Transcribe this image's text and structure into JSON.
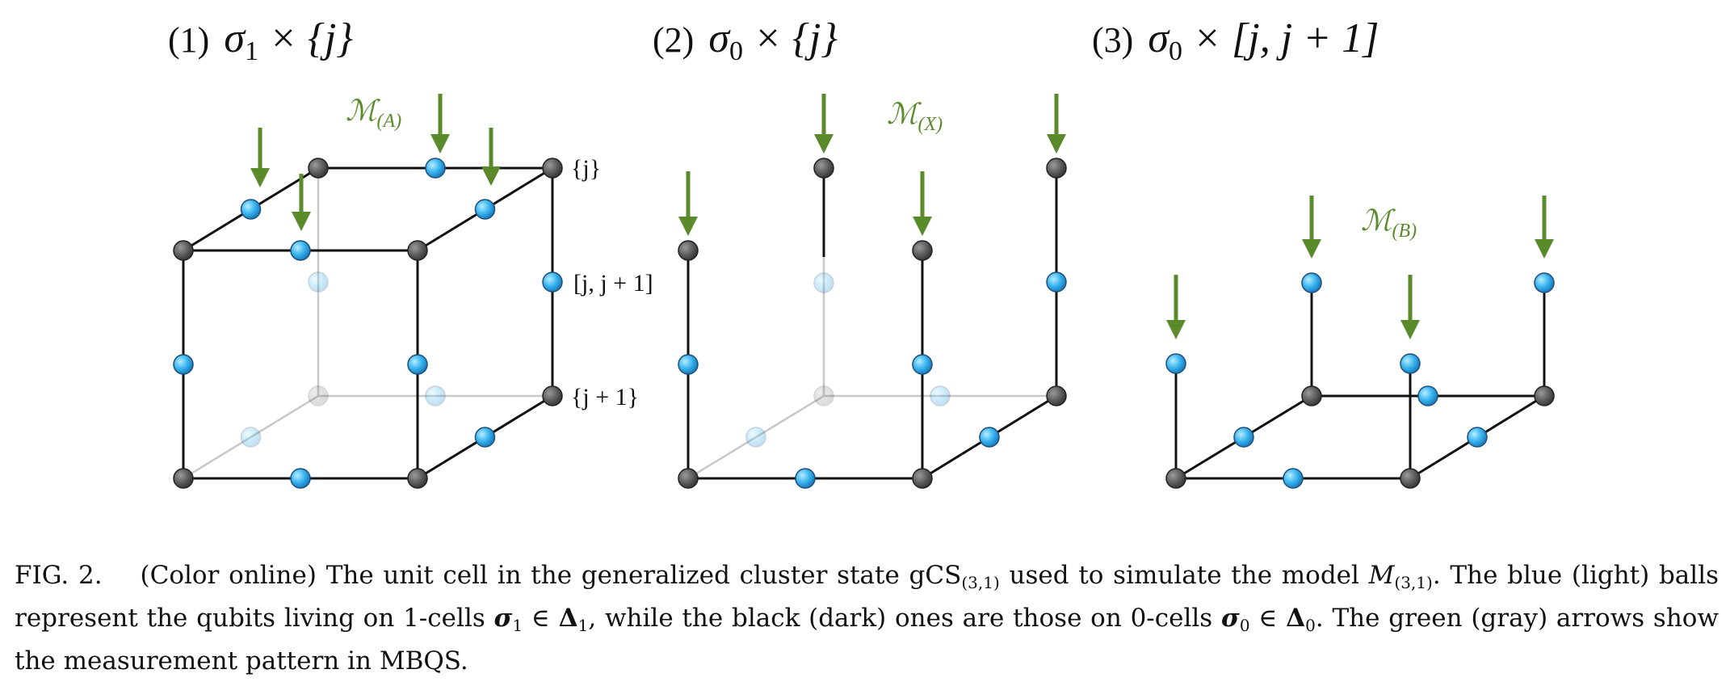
{
  "panels": [
    {
      "number": "(1)",
      "symbol": "σ",
      "sub": "1",
      "rest": " × {j}"
    },
    {
      "number": "(2)",
      "symbol": "σ",
      "sub": "0",
      "rest": " × {j}"
    },
    {
      "number": "(3)",
      "symbol": "σ",
      "sub": "0",
      "rest": " × [j, j + 1]"
    }
  ],
  "level_labels": {
    "top": "{j}",
    "mid": "[j, j + 1]",
    "bottom": "{j + 1}"
  },
  "measurement_labels": {
    "a": {
      "main": "ℳ",
      "sub": "(A)"
    },
    "x": {
      "main": "ℳ",
      "sub": "(X)"
    },
    "b": {
      "main": "ℳ",
      "sub": "(B)"
    }
  },
  "colors": {
    "arrow": "#5a8a2a",
    "qubit_blue": "#3bb6f0",
    "qubit_dark": "#5e5e5e",
    "edge": "#111111",
    "hidden_edge": "#c8c8c8"
  },
  "caption": {
    "fig": "FIG. 2.",
    "p1": "(Color online) The unit cell in the generalized cluster state gCS",
    "gcs_sub": "(3,1)",
    "p2": " used to simulate the model ",
    "model": "M",
    "model_sub": "(3,1)",
    "p3": ". The blue (light) balls represent the qubits living on 1-cells ",
    "s1": "σ",
    "s1_sub": "1",
    "p4": " ∈ ",
    "d1": "Δ",
    "d1_sub": "1",
    "p5": ", while the black (dark) ones are those on 0-cells ",
    "s0": "σ",
    "s0_sub": "0",
    "p6": " ∈ ",
    "d0": "Δ",
    "d0_sub": "0",
    "p7": ". The green (gray) arrows show the measurement pattern in MBQS."
  }
}
